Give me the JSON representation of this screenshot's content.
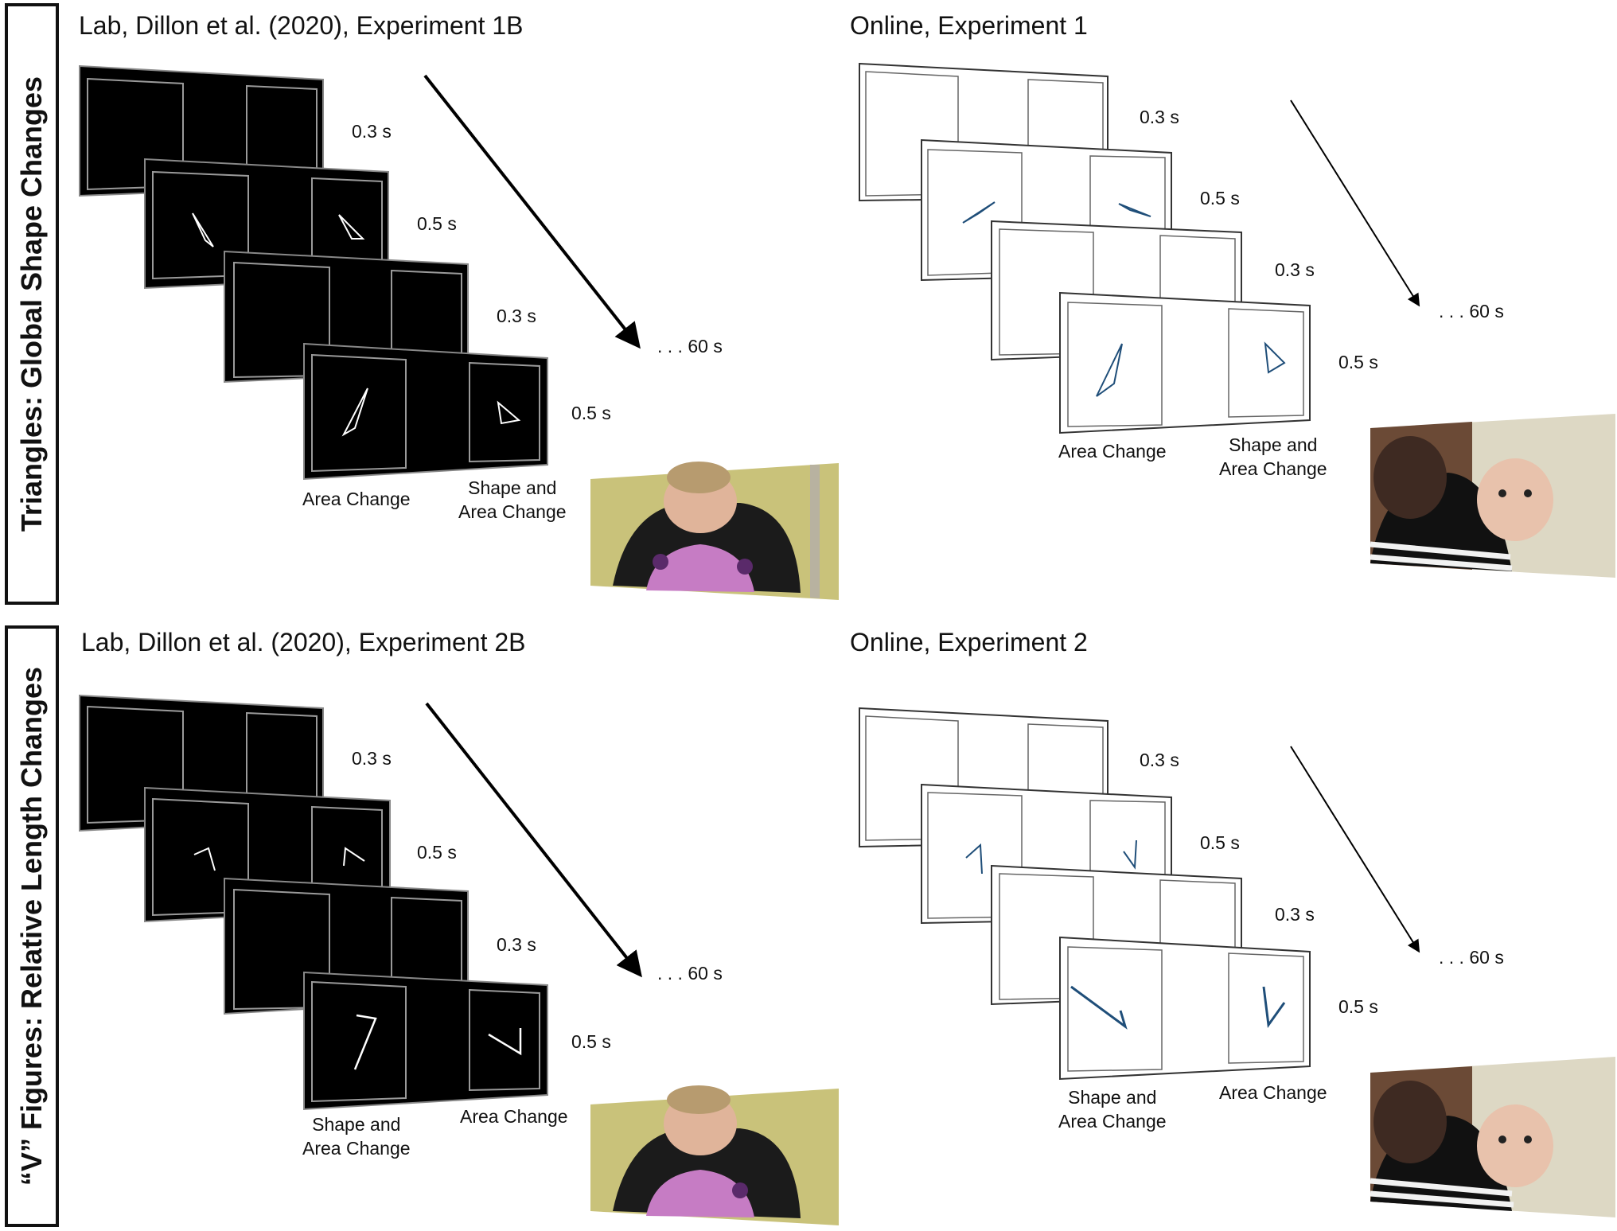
{
  "sections": [
    {
      "label": "Triangles: Global Shape Changes"
    },
    {
      "label": "“V” Figures: Relative Length Changes"
    }
  ],
  "headings": {
    "lab1": "Lab, Dillon et al. (2020), Experiment 1B",
    "online1": "Online, Experiment 1",
    "lab2": "Lab, Dillon et al. (2020), Experiment 2B",
    "online2": "Online, Experiment 2"
  },
  "timings": {
    "t03": "0.3 s",
    "t05": "0.5 s",
    "t60": ". . . 60 s"
  },
  "conditions": {
    "area": "Area Change",
    "shape_area_line1": "Shape and",
    "shape_area_line2": "Area Change"
  },
  "colors": {
    "lab_screen": "#000000",
    "online_screen": "#ffffff",
    "online_stimulus": "#1f4e79",
    "lab_stimulus": "#ffffff",
    "lab_photo_wall": "#c9c27a",
    "online_photo_wall": "#ddd8c4"
  }
}
